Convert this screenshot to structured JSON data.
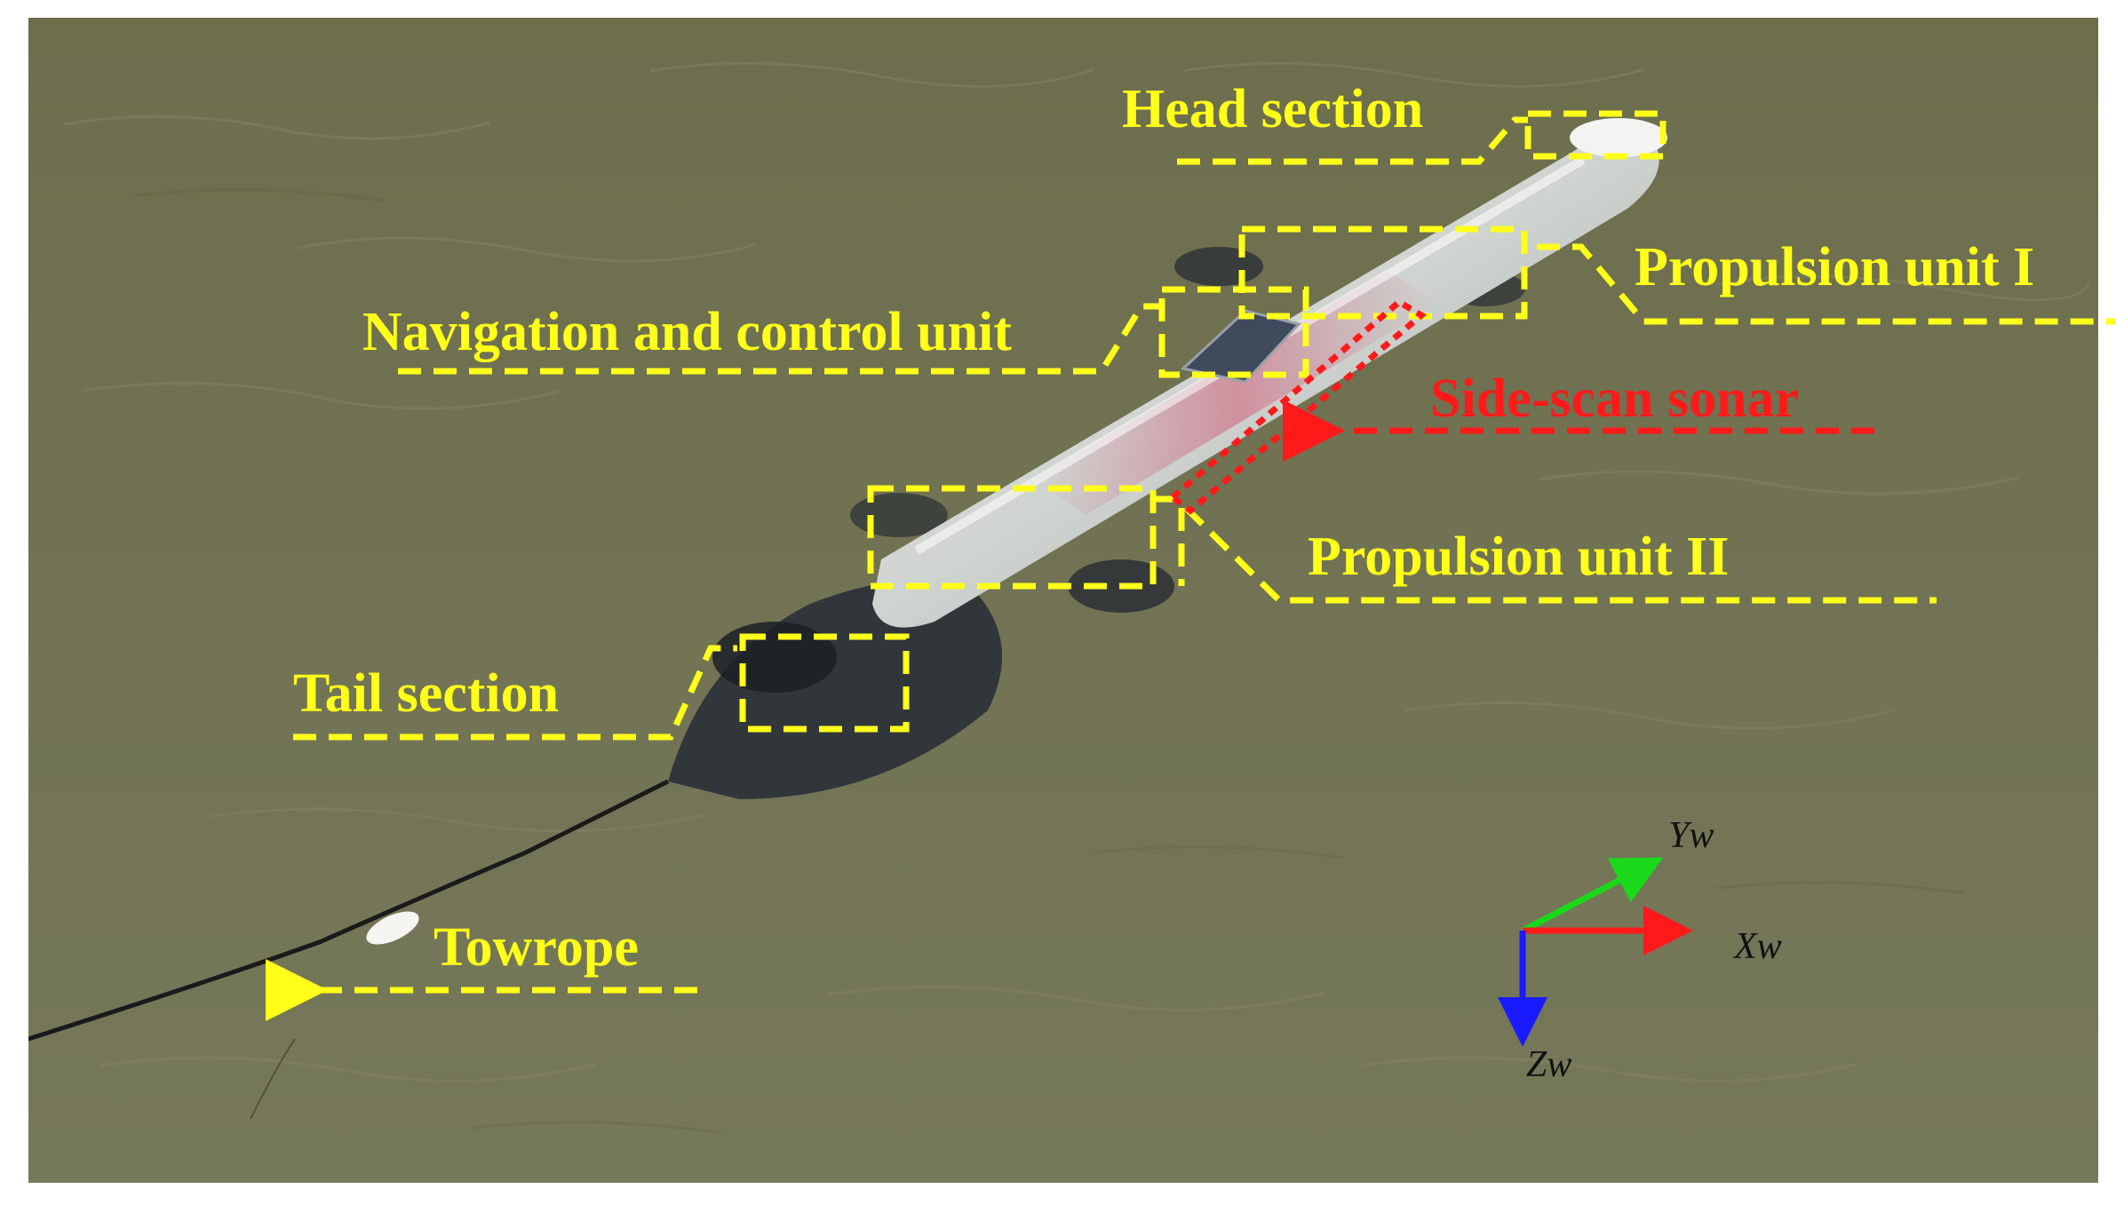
{
  "figure": {
    "labels": {
      "head_section": "Head section",
      "propulsion_unit_1": "Propulsion unit I",
      "navigation_control_unit": "Navigation and control unit",
      "side_scan_sonar": "Side-scan sonar",
      "propulsion_unit_2": "Propulsion unit II",
      "tail_section": "Tail section",
      "towrope": "Towrope"
    },
    "axes": {
      "x": "Xw",
      "y": "Yw",
      "z": "Zw"
    },
    "colors": {
      "annotation_yellow": "#ffff1a",
      "annotation_red": "#ff1a1a",
      "axis_x": "#ff1a1a",
      "axis_y": "#1ad81a",
      "axis_z": "#1a1aff",
      "water": "#6f7152"
    }
  }
}
